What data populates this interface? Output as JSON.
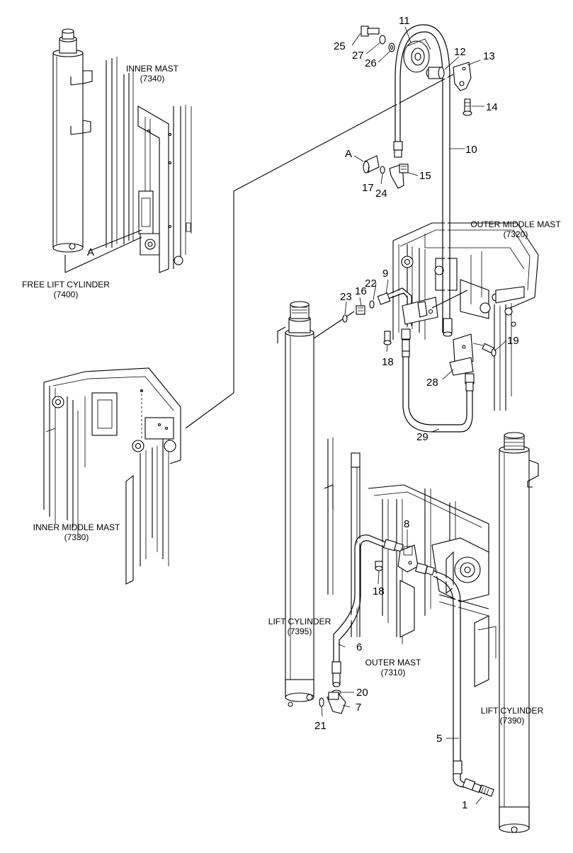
{
  "labels": {
    "inner_mast": [
      "INNER MAST",
      "(7340)"
    ],
    "free_lift_cylinder": [
      "FREE LIFT CYLINDER",
      "(7400)"
    ],
    "outer_middle_mast": [
      "OUTER MIDDLE MAST",
      "(7320)"
    ],
    "inner_middle_mast": [
      "INNER MIDDLE MAST",
      "(7330)"
    ],
    "lift_cylinder_left": [
      "LIFT CYLINDER",
      "(7395)"
    ],
    "outer_mast": [
      "OUTER MAST",
      "(7310)"
    ],
    "lift_cylinder_right": [
      "LIFT CYLINDER",
      "(7390)"
    ]
  },
  "ref_marks": {
    "a_left": "A",
    "a_top": "A"
  },
  "callouts": [
    "1",
    "5",
    "6",
    "7",
    "8",
    "9",
    "10",
    "11",
    "12",
    "13",
    "14",
    "15",
    "16",
    "17",
    "18",
    "19",
    "20",
    "21",
    "22",
    "23",
    "24",
    "25",
    "26",
    "27",
    "28",
    "29"
  ]
}
